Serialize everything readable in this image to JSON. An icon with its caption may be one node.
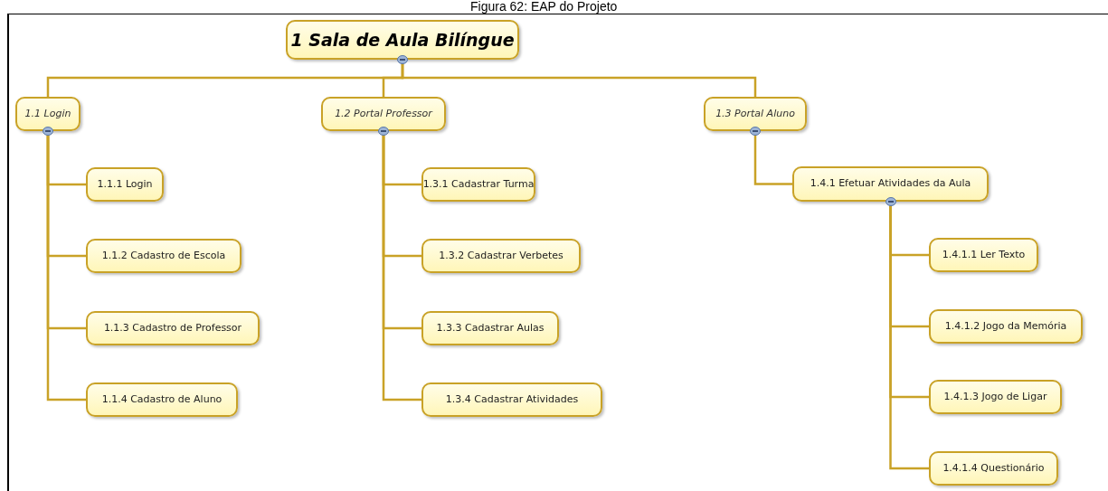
{
  "diagram": {
    "title": "Figura 62: EAP do Projeto",
    "nodes": [
      {
        "text": [
          "1 Sala de Aula Bilíngue"
        ]
      },
      {
        "text": [
          "1.1 Login"
        ]
      },
      {
        "text": [
          "1.2 Portal Professor"
        ]
      },
      {
        "text": [
          "1.3 Portal Aluno"
        ]
      },
      {
        "text": [
          "1.1.1 Login"
        ]
      },
      {
        "text": [
          "1.1.2 Cadastro de Escola"
        ]
      },
      {
        "text": [
          "1.1.3 Cadastro de Professor"
        ]
      },
      {
        "text": [
          "1.1.4 Cadastro de Aluno"
        ]
      },
      {
        "text": [
          "1.3.1 Cadastrar Turma"
        ]
      },
      {
        "text": [
          "1.3.2 Cadastrar Verbetes"
        ]
      },
      {
        "text": [
          "1.3.3 Cadastrar Aulas"
        ]
      },
      {
        "text": [
          "1.3.4 Cadastrar Atividades"
        ]
      },
      {
        "text": [
          "1.4.1 Efetuar Atividades da Aula"
        ]
      },
      {
        "text": [
          "1.4.1.1 Ler Texto"
        ]
      },
      {
        "text": [
          "1.4.1.2 Jogo da Memória"
        ]
      },
      {
        "text": [
          "1.4.1.3 Jogo de Ligar"
        ]
      },
      {
        "text": [
          "1.4.1.4 Questionário"
        ]
      }
    ],
    "edges": [
      {
        "from": 0,
        "to": 1,
        "arrow": "none"
      },
      {
        "from": 0,
        "to": 2,
        "arrow": "none"
      },
      {
        "from": 0,
        "to": 3,
        "arrow": "none"
      },
      {
        "from": 1,
        "to": 4,
        "arrow": "none"
      },
      {
        "from": 1,
        "to": 5,
        "arrow": "none"
      },
      {
        "from": 1,
        "to": 6,
        "arrow": "none"
      },
      {
        "from": 1,
        "to": 7,
        "arrow": "none"
      },
      {
        "from": 2,
        "to": 8,
        "arrow": "none"
      },
      {
        "from": 2,
        "to": 9,
        "arrow": "none"
      },
      {
        "from": 2,
        "to": 10,
        "arrow": "none"
      },
      {
        "from": 2,
        "to": 11,
        "arrow": "none"
      },
      {
        "from": 3,
        "to": 12,
        "arrow": "none"
      },
      {
        "from": 12,
        "to": 13,
        "arrow": "none"
      },
      {
        "from": 12,
        "to": 14,
        "arrow": "none"
      },
      {
        "from": 12,
        "to": 15,
        "arrow": "none"
      },
      {
        "from": 12,
        "to": 16,
        "arrow": "none"
      }
    ]
  }
}
